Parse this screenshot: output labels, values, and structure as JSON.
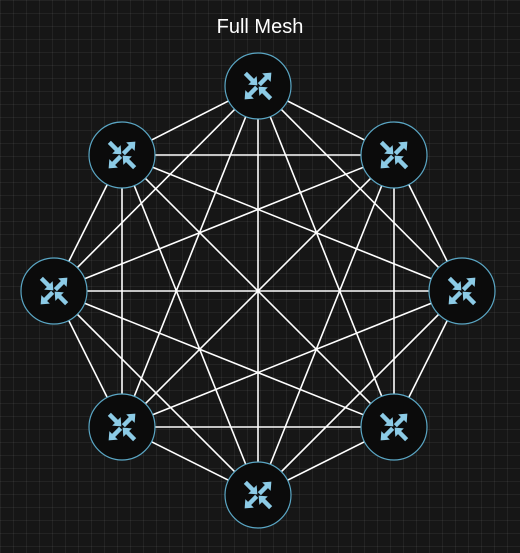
{
  "title": "Full Mesh",
  "routers": [
    {
      "id": "top",
      "icon": "router-icon"
    },
    {
      "id": "top-right",
      "icon": "router-icon"
    },
    {
      "id": "right",
      "icon": "router-icon"
    },
    {
      "id": "bottom-right",
      "icon": "router-icon"
    },
    {
      "id": "bottom",
      "icon": "router-icon"
    },
    {
      "id": "bottom-left",
      "icon": "router-icon"
    },
    {
      "id": "left",
      "icon": "router-icon"
    },
    {
      "id": "top-left",
      "icon": "router-icon"
    }
  ],
  "topology": "full-mesh",
  "colors": {
    "background": "#161616",
    "link": "#ffffff",
    "router_fill": "#0b0b0b",
    "router_border": "#5aa6c4",
    "arrow": "#8ccbe6"
  }
}
